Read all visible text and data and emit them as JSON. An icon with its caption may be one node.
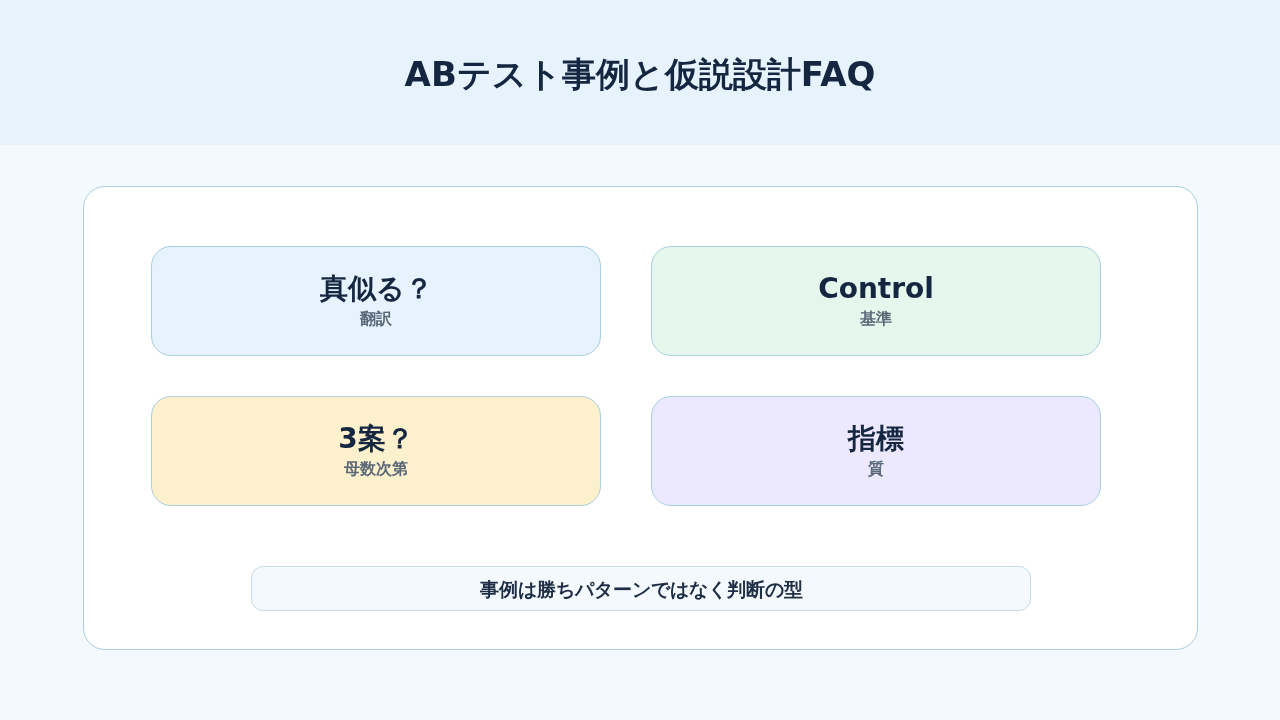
{
  "diagram": {
    "title": "ABテスト事例と仮説設計FAQ",
    "nodes": [
      {
        "text": [],
        "shape": "box"
      },
      {
        "text": [
          "真似る？",
          "翻訳"
        ],
        "in": 0
      },
      {
        "text": [
          "Control",
          "基準"
        ],
        "in": 0
      },
      {
        "text": [
          "3案？",
          "母数次第"
        ],
        "in": 0
      },
      {
        "text": [
          "指標",
          "質"
        ],
        "in": 0
      },
      {
        "text": [
          "事例は勝ちパターンではなく判断の型"
        ],
        "in": 0
      }
    ],
    "edges": []
  }
}
